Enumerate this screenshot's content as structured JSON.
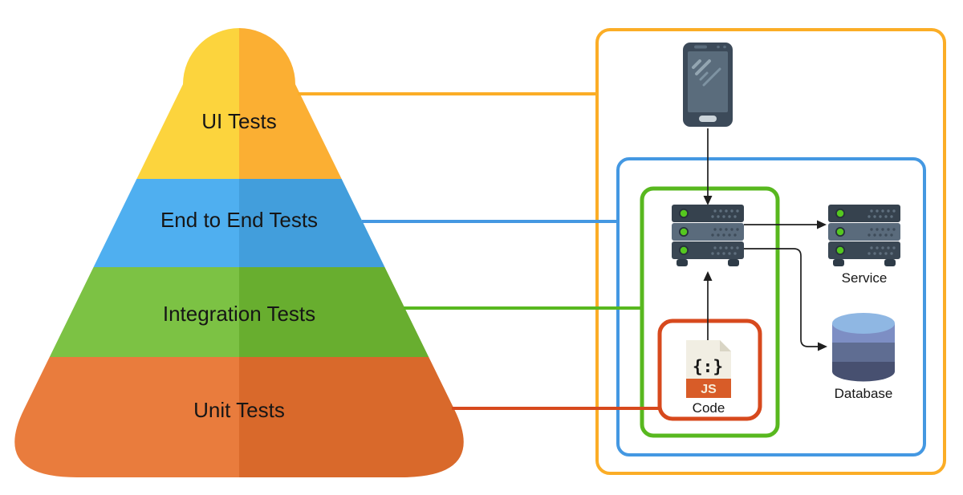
{
  "pyramid": {
    "levels": [
      {
        "id": "ui-tests",
        "label": "UI Tests",
        "fill_left": "#FCD43D",
        "fill_right": "#FBAF33",
        "accent": "#FBAD26"
      },
      {
        "id": "end-to-end-tests",
        "label": "End to End Tests",
        "fill_left": "#4FAFF0",
        "fill_right": "#429EDC",
        "accent": "#4498E2"
      },
      {
        "id": "integration-tests",
        "label": "Integration Tests",
        "fill_left": "#7CC244",
        "fill_right": "#68AE2F",
        "accent": "#58B81F"
      },
      {
        "id": "unit-tests",
        "label": "Unit Tests",
        "fill_left": "#E97C3D",
        "fill_right": "#D9692B",
        "accent": "#D7491D"
      }
    ]
  },
  "architecture": {
    "nodes": {
      "service": {
        "label": "Service"
      },
      "database": {
        "label": "Database"
      },
      "code": {
        "label": "Code",
        "glyph": "{:}",
        "badge": "JS"
      }
    },
    "icons": {
      "client": "smartphone-icon",
      "app_server": "server-stack-icon",
      "service": "server-stack-icon",
      "database": "database-cylinder-icon",
      "code": "js-code-file-icon"
    }
  },
  "icon_colors": {
    "phone_body": "#3C4A59",
    "phone_screen": "#5A6C7C",
    "phone_button": "#CBD4DA",
    "server_unit_dark": "#36424E",
    "server_unit_mid": "#5A6B7C",
    "server_unit_dark2": "#3A4754",
    "server_led": "#55C81F",
    "server_led_ring": "#26313B",
    "server_foot": "#2E3B47",
    "db_top": "#8FB7E3",
    "db_band1": "#7D8EC4",
    "db_band2": "#5F6D92",
    "db_band3": "#475070",
    "code_paper": "#F1EEE3",
    "code_fold": "#D9D5C5",
    "code_accent": "#D85C28",
    "code_glyph": "#D0481C"
  }
}
